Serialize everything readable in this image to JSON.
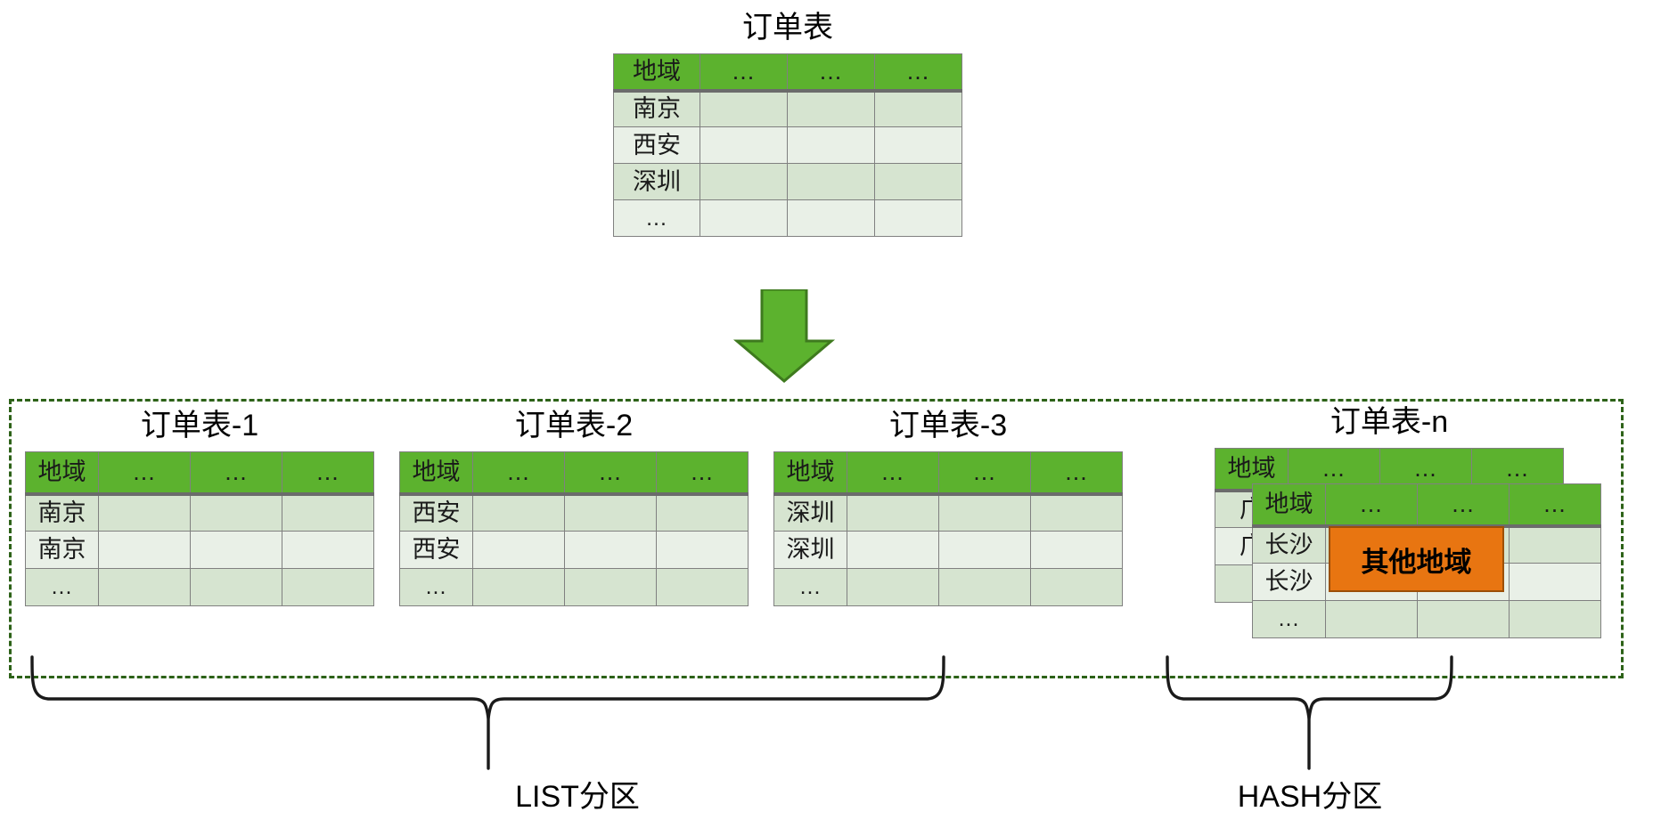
{
  "colors": {
    "header_green": "#5CB22E",
    "row_band_a": "#D6E4D0",
    "row_band_b": "#E9F0E7",
    "cell_border": "#808080",
    "header_underline": "#6B6B6B",
    "arrow_fill": "#5CB22E",
    "arrow_stroke": "#3E7A1E",
    "dashed_border": "#2D6218",
    "callout_fill": "#E87511",
    "callout_stroke": "#9C4F08",
    "brace_stroke": "#1A1A1A",
    "text": "#000000"
  },
  "source_table": {
    "title": "订单表",
    "header": [
      "地域",
      "...",
      "...",
      "..."
    ],
    "rows": [
      [
        "南京",
        "",
        "",
        ""
      ],
      [
        "西安",
        "",
        "",
        ""
      ],
      [
        "深圳",
        "",
        "",
        ""
      ],
      [
        "...",
        "",
        "",
        ""
      ]
    ]
  },
  "arrow": {
    "name": "down-arrow-icon",
    "direction": "down"
  },
  "partitions": {
    "list": {
      "brace_label": "LIST分区",
      "tables": [
        {
          "title": "订单表-1",
          "header": [
            "地域",
            "...",
            "...",
            "..."
          ],
          "rows": [
            [
              "南京",
              "",
              "",
              ""
            ],
            [
              "南京",
              "",
              "",
              ""
            ],
            [
              "...",
              "",
              "",
              ""
            ]
          ]
        },
        {
          "title": "订单表-2",
          "header": [
            "地域",
            "...",
            "...",
            "..."
          ],
          "rows": [
            [
              "西安",
              "",
              "",
              ""
            ],
            [
              "西安",
              "",
              "",
              ""
            ],
            [
              "...",
              "",
              "",
              ""
            ]
          ]
        },
        {
          "title": "订单表-3",
          "header": [
            "地域",
            "...",
            "...",
            "..."
          ],
          "rows": [
            [
              "深圳",
              "",
              "",
              ""
            ],
            [
              "深圳",
              "",
              "",
              ""
            ],
            [
              "...",
              "",
              "",
              ""
            ]
          ]
        }
      ]
    },
    "hash": {
      "brace_label": "HASH分区",
      "title": "订单表-n",
      "callout_label": "其他地域",
      "back_table": {
        "header": [
          "地域",
          "...",
          "...",
          "..."
        ],
        "rows": [
          [
            "广",
            "",
            "",
            ""
          ],
          [
            "广",
            "",
            "",
            ""
          ],
          [
            "",
            "",
            "",
            ""
          ]
        ]
      },
      "front_table": {
        "header": [
          "地域",
          "...",
          "...",
          "..."
        ],
        "rows": [
          [
            "长沙",
            "",
            "",
            ""
          ],
          [
            "长沙",
            "",
            "",
            ""
          ],
          [
            "...",
            "",
            "",
            ""
          ]
        ]
      }
    }
  }
}
